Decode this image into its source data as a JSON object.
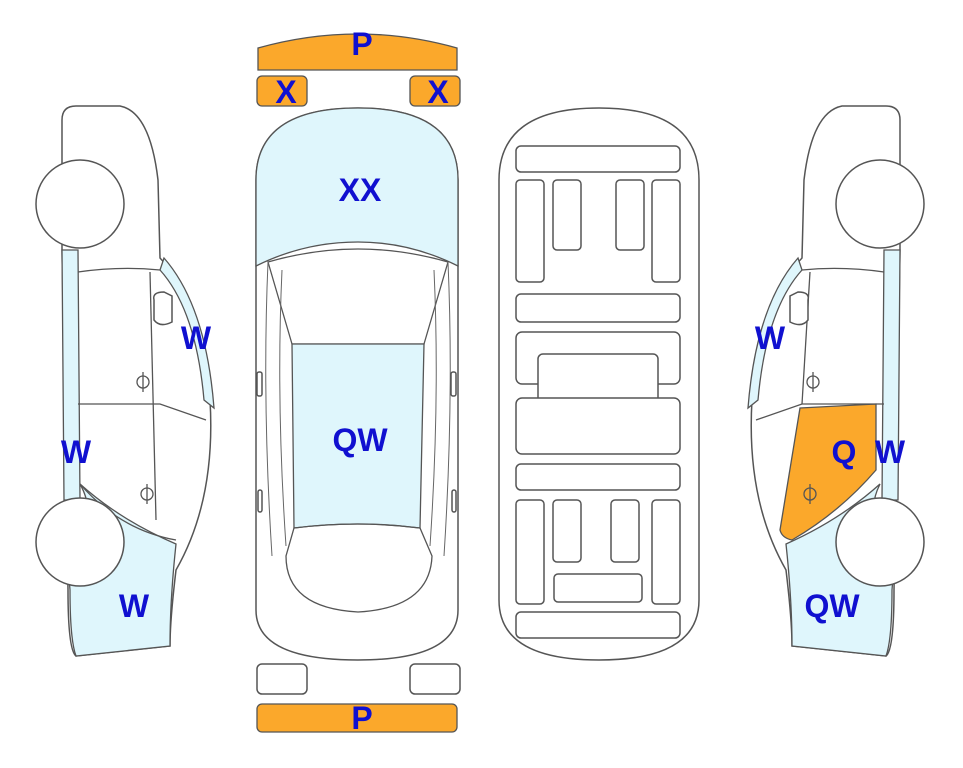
{
  "colors": {
    "light_blue": "#dff6fc",
    "orange": "#fba82b",
    "label": "#1010d0"
  },
  "labels": {
    "front_bumper": "P",
    "fender_left": "X",
    "fender_right": "X",
    "hood": "XX",
    "roof": "QW",
    "rear_bumper": "P",
    "left_front_pillar": "W",
    "left_rocker": "W",
    "left_rear_quarter": "W",
    "right_front_pillar": "W",
    "right_rear_door": "Q",
    "right_rocker": "W",
    "right_rear_quarter": "QW"
  }
}
